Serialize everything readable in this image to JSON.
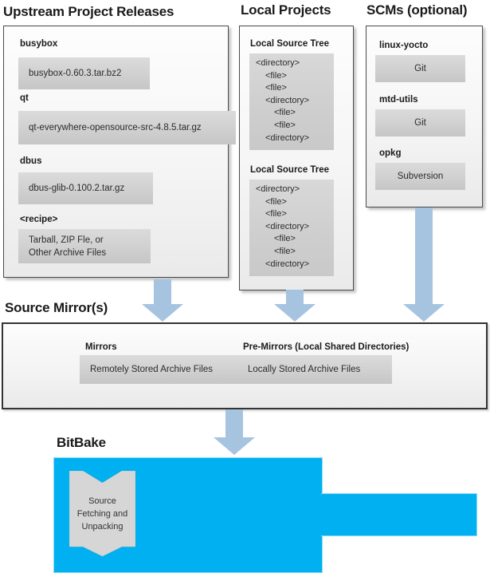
{
  "colors": {
    "bitbake_blue": "#00b0f0",
    "arrow_blue": "#a6c4e0",
    "panel_fill_light": "#fdfdfd",
    "panel_border": "#4a4a4a",
    "gray_box": "#d0d0d0"
  },
  "upstream": {
    "title": "Upstream Project Releases",
    "items": [
      {
        "label": "busybox",
        "value": "busybox-0.60.3.tar.bz2"
      },
      {
        "label": "qt",
        "value": "qt-everywhere-opensource-src-4.8.5.tar.gz"
      },
      {
        "label": "dbus",
        "value": "dbus-glib-0.100.2.tar.gz"
      },
      {
        "label": "<recipe>",
        "value": "Tarball, ZIP Fle, or\nOther Archive Files"
      }
    ]
  },
  "local": {
    "title": "Local Projects",
    "sections": [
      {
        "label": "Local Source Tree",
        "lines": [
          "<directory>",
          "<file>",
          "<file>",
          "<directory>",
          "<file>",
          "<file>",
          "<directory>"
        ]
      },
      {
        "label": "Local Source Tree",
        "lines": [
          "<directory>",
          "<file>",
          "<file>",
          "<directory>",
          "<file>",
          "<file>",
          "<directory>"
        ]
      }
    ]
  },
  "scms": {
    "title": "SCMs (optional)",
    "items": [
      {
        "label": "linux-yocto",
        "value": "Git"
      },
      {
        "label": "mtd-utils",
        "value": "Git"
      },
      {
        "label": "opkg",
        "value": "Subversion"
      }
    ]
  },
  "mirrors": {
    "title": "Source Mirror(s)",
    "groups": [
      {
        "label": "Mirrors",
        "value": "Remotely Stored Archive Files"
      },
      {
        "label": "Pre-Mirrors (Local Shared Directories)",
        "value": "Locally Stored Archive Files"
      }
    ]
  },
  "bitbake": {
    "title": "BitBake",
    "process": "Source\nFetching and\nUnpacking"
  }
}
